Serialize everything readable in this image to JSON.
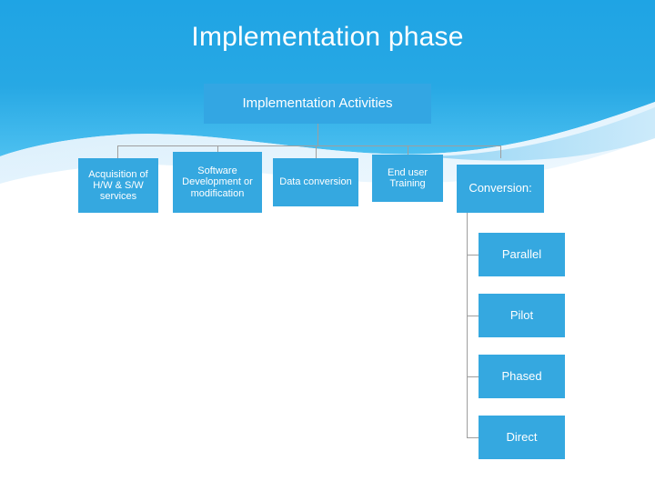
{
  "slide": {
    "title": "Implementation phase",
    "background_color": "#ffffff",
    "banner_colors": {
      "primary": "#1a9de0",
      "light": "#a9dcf5",
      "pale": "#d8eefb"
    },
    "node_color": "#35a8e0",
    "connector_color": "#9e9e9e"
  },
  "diagram": {
    "root": {
      "label": "Implementation Activities"
    },
    "activities": [
      {
        "label": "Acquisition of H/W & S/W services"
      },
      {
        "label": "Software Development or modification"
      },
      {
        "label": "Data conversion"
      },
      {
        "label": "End user Training"
      },
      {
        "label": "Conversion:"
      }
    ],
    "conversion_options": [
      {
        "label": "Parallel"
      },
      {
        "label": "Pilot"
      },
      {
        "label": "Phased"
      },
      {
        "label": "Direct"
      }
    ]
  }
}
